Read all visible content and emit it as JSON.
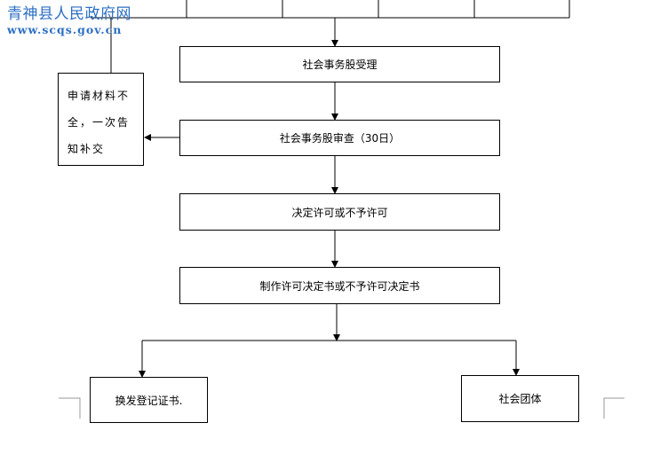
{
  "watermark": {
    "site_name": "青神县人民政府网",
    "url": "www.scqs.gov.cn"
  },
  "flow": {
    "step_accept": "社会事务股受理",
    "step_review": "社会事务股审查（30日）",
    "step_decide": "决定许可或不予许可",
    "step_issue": "制作许可决定书或不予许可决定书",
    "result_left": "换发登记证书.",
    "result_right": "社会团体"
  },
  "side_note": {
    "line1": "申请材料不",
    "line2": "全，一次告",
    "line3": "知补交"
  }
}
